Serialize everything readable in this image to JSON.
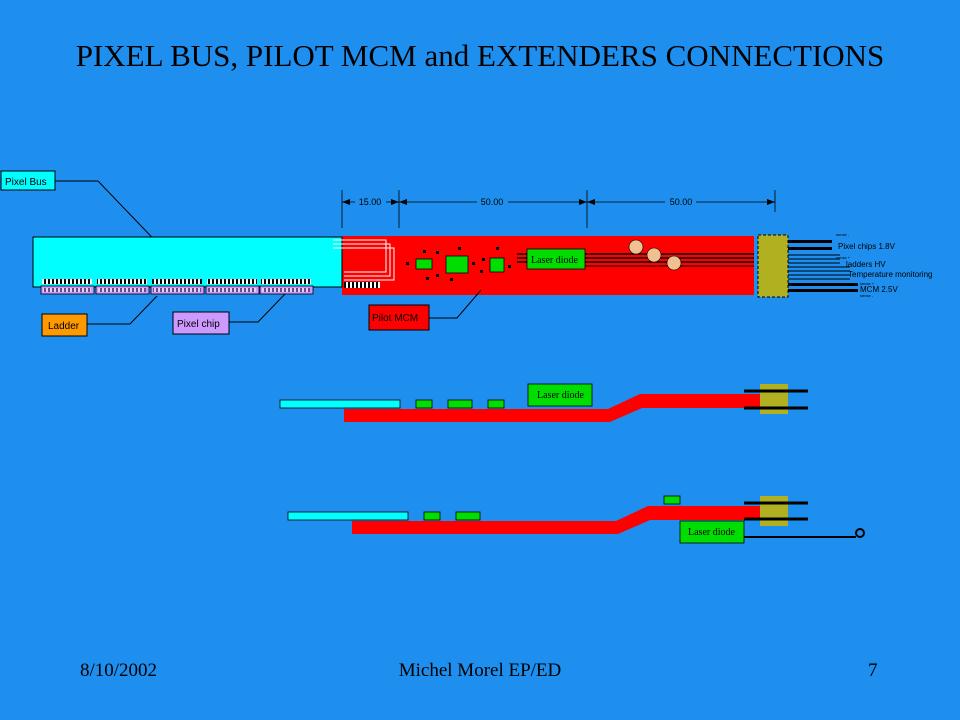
{
  "slide": {
    "title": "PIXEL BUS, PILOT MCM and EXTENDERS CONNECTIONS",
    "footer_date": "8/10/2002",
    "footer_author": "Michel Morel EP/ED",
    "page_number": "7"
  },
  "labels": {
    "pixel_bus": "Pixel Bus",
    "ladder": "Ladder",
    "pixel_chip": "Pixel chip",
    "pilot_mcm": "Pilot MCM",
    "laser_diode": "Laser diode"
  },
  "dimensions": [
    "15.00",
    "50.00",
    "50.00"
  ],
  "connector_labels": {
    "pixel_chips": "Pixel chips 1.8V",
    "ladders_hv": "ladders HV",
    "temperature": "Temperature monitoring",
    "mcm": "MCM 2.5V",
    "sense_1": "sense -",
    "sense_2": "sense +",
    "sense_3": "sense +",
    "sense_4": "sense -"
  },
  "colors": {
    "background": "#1e8fef",
    "bus": "#00ffff",
    "extender": "#ff0000",
    "component": "#00dd00",
    "ladder": "#ff9900",
    "pixel_chip": "#cc99ff",
    "connector": "#b0b020",
    "lens": "#f0c090"
  }
}
